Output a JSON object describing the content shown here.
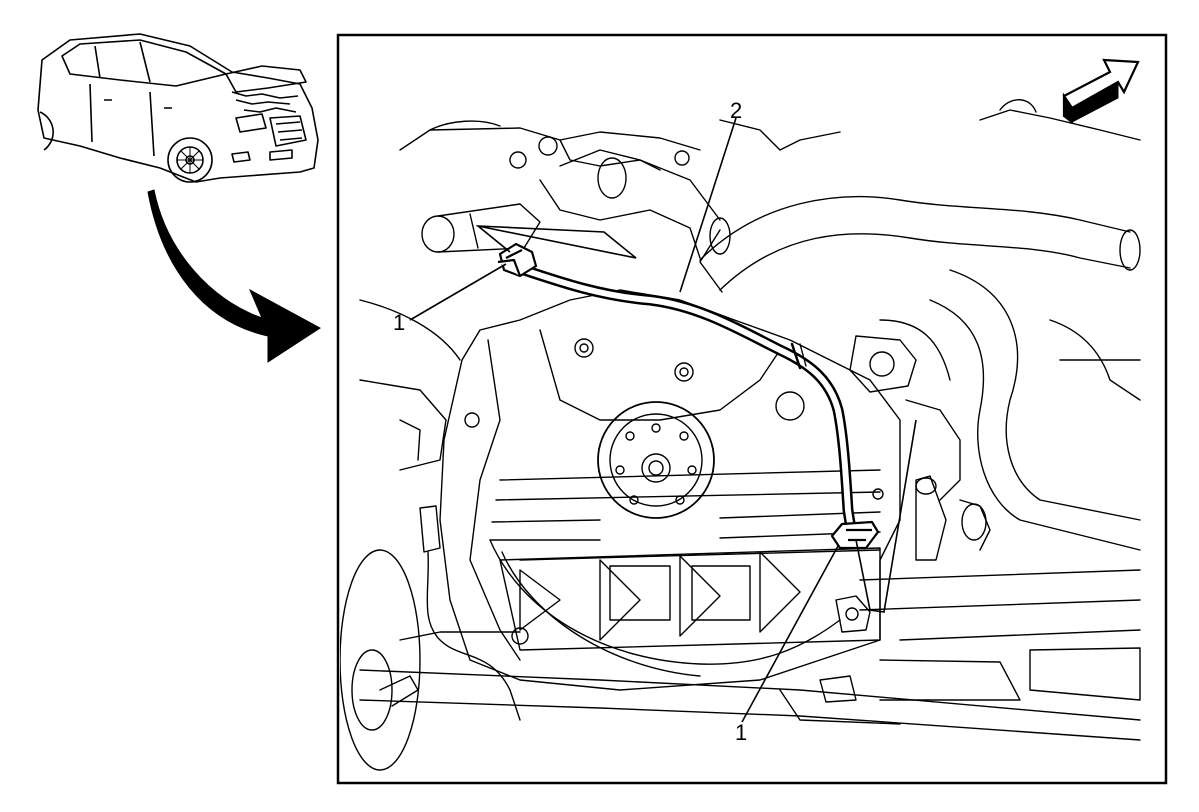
{
  "diagram": {
    "inset_icon": "car-open-hood-icon",
    "direction_icon": "forward-arrow-icon",
    "callouts": [
      {
        "id": "c1a",
        "label": "1"
      },
      {
        "id": "c2",
        "label": "2"
      },
      {
        "id": "c1b",
        "label": "1"
      }
    ],
    "colors": {
      "line": "#000000",
      "background": "#ffffff",
      "arrow_fill": "#000000"
    }
  }
}
